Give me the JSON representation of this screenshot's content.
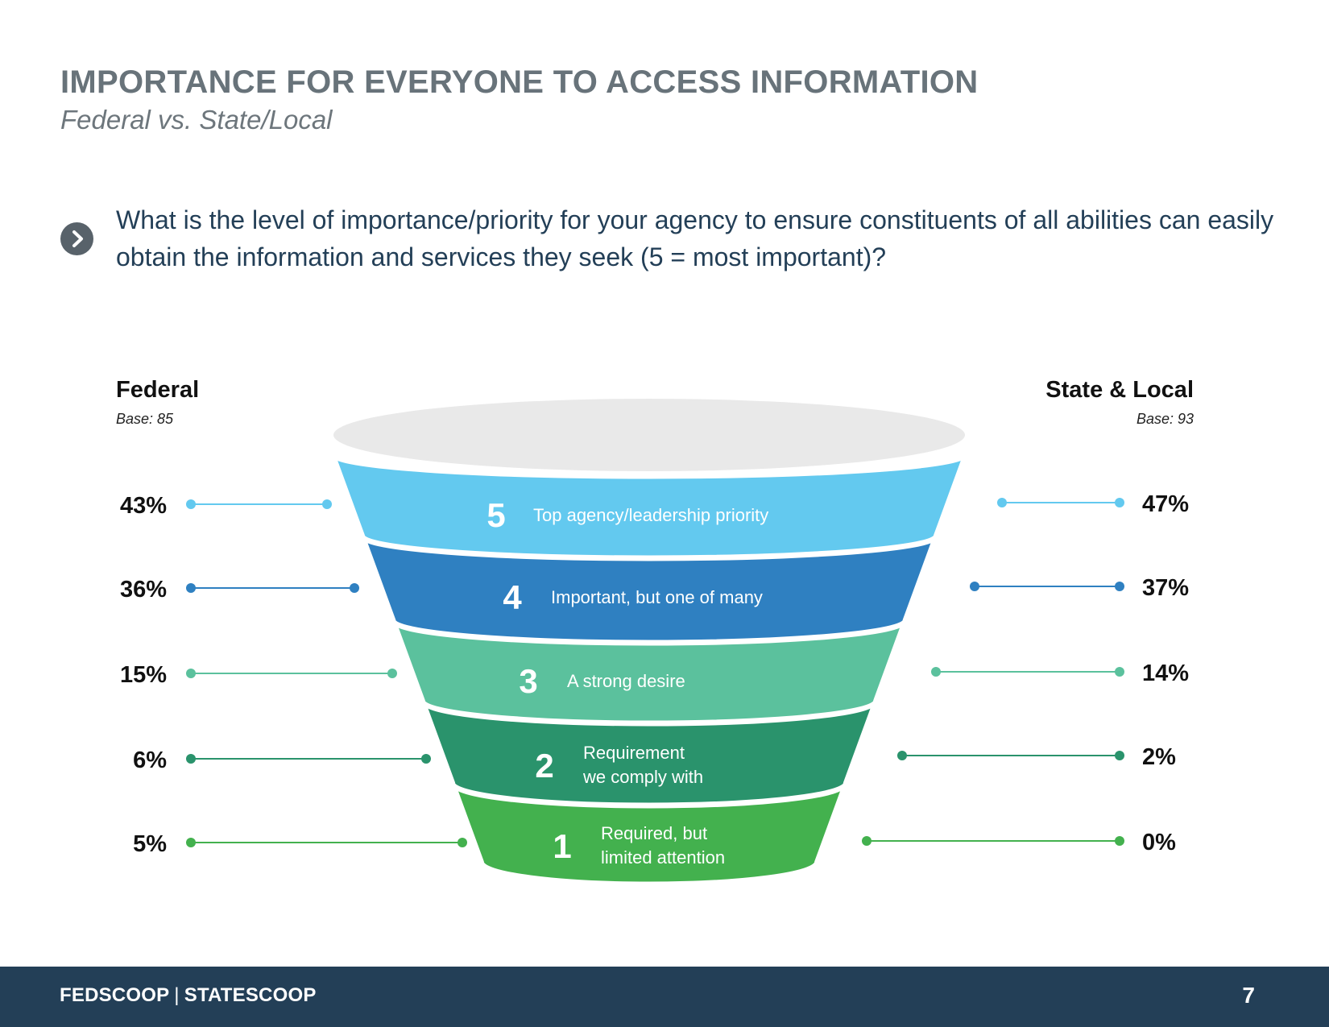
{
  "header": {
    "title": "IMPORTANCE FOR EVERYONE TO ACCESS INFORMATION",
    "subtitle": "Federal vs. State/Local"
  },
  "question": "What is the level of importance/priority for your agency to ensure constituents of all abilities can easily obtain the information and services they seek (5 = most important)?",
  "chart_data": {
    "type": "funnel",
    "groups": [
      {
        "name": "Federal",
        "base": "Base: 85"
      },
      {
        "name": "State & Local",
        "base": "Base: 93"
      }
    ],
    "categories": [
      {
        "level": "5",
        "label": [
          "Top agency/leadership priority"
        ],
        "color": "#63c9ef"
      },
      {
        "level": "4",
        "label": [
          "Important, but one of many"
        ],
        "color": "#2f80c1"
      },
      {
        "level": "3",
        "label": [
          "A strong desire"
        ],
        "color": "#5bc19d"
      },
      {
        "level": "2",
        "label": [
          "Requirement",
          "we comply with"
        ],
        "color": "#2a936c"
      },
      {
        "level": "1",
        "label": [
          "Required, but",
          "limited attention"
        ],
        "color": "#43b14e"
      }
    ],
    "series": [
      {
        "name": "Federal",
        "values": [
          43,
          36,
          15,
          6,
          5
        ],
        "labels": [
          "43%",
          "36%",
          "15%",
          "6%",
          "5%"
        ]
      },
      {
        "name": "State & Local",
        "values": [
          47,
          37,
          14,
          2,
          0
        ],
        "labels": [
          "47%",
          "37%",
          "14%",
          "2%",
          "0%"
        ]
      }
    ],
    "funnel_top_color": "#e9e9e9"
  },
  "footer": {
    "brand_left": "FEDSCOOP",
    "brand_sep": "|",
    "brand_right": "STATESCOOP",
    "page_number": "7"
  }
}
